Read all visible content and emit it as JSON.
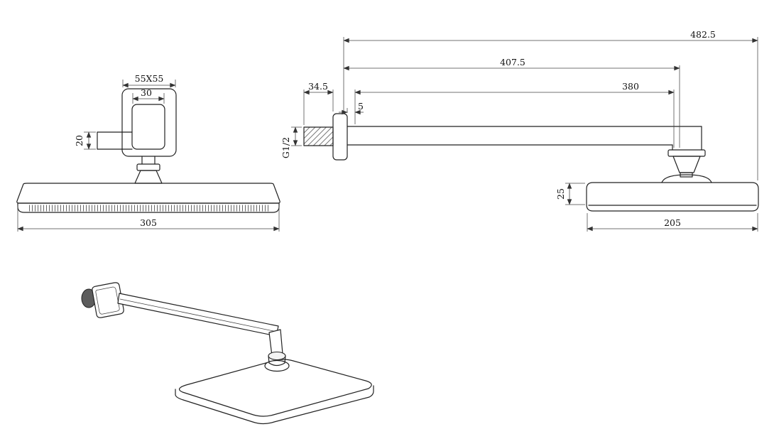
{
  "front_view": {
    "flange_size": "55X55",
    "arm_width": "30",
    "arm_height": "20",
    "head_width": "305"
  },
  "side_view": {
    "overall_length": "482.5",
    "arm_length": "407.5",
    "straight_length": "380",
    "thread_length": "34.5",
    "flange_gap": "5",
    "thread_size": "G1/2",
    "head_thickness": "25",
    "head_depth": "205"
  }
}
